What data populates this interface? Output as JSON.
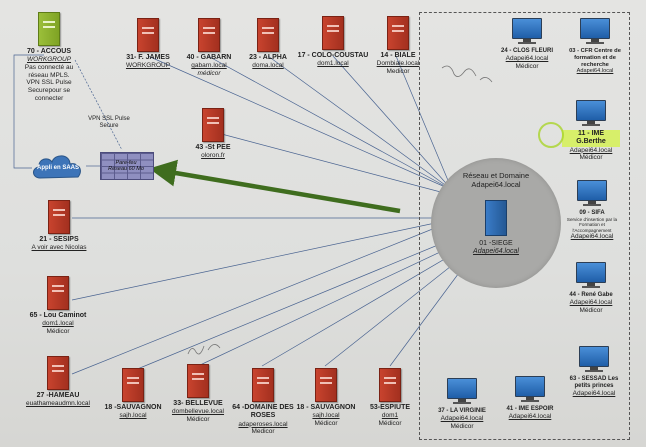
{
  "center": {
    "title_line1": "Réseau et Domaine",
    "title_line2": "Adapei64.local",
    "server_name": "01 -SIEGE",
    "server_domain": "Adapei64.local"
  },
  "firewall": {
    "line1": "Pare-feu",
    "line2": "Réseau 60 Mo"
  },
  "cloud": {
    "label": "Appli en SAAS"
  },
  "vpn_note": {
    "line1": "VPN SSL Pulse",
    "line2": "Secure"
  },
  "top_nodes": [
    {
      "name": "70 - ACCOUS",
      "lines": [
        "WORKGROUP",
        "Pas connecté au",
        "réseau MPLS.",
        "VPN SSL Pulse",
        "Securepour se",
        "connecter"
      ]
    },
    {
      "name": "31- F. JAMES",
      "lines": [
        "WORKGROUP"
      ]
    },
    {
      "name": "40 - GABARN",
      "lines": [
        "gabarn.local",
        "médicor"
      ]
    },
    {
      "name": "23 - ALPHA",
      "lines": [
        "doma.local"
      ]
    },
    {
      "name": "17 - COLO-COUSTAU",
      "lines": [
        "dom1.local"
      ]
    },
    {
      "name": "14 - BIALE",
      "lines": [
        "Dombiale.local",
        "Medicor"
      ]
    },
    {
      "name": "43 -St PEE",
      "lines": [
        "oloron.fr"
      ]
    }
  ],
  "left_nodes": [
    {
      "name": "21 - SESIPS",
      "lines": [
        "A voir avec Nicolas"
      ]
    },
    {
      "name": "65 - Lou Caminot",
      "lines": [
        "dom1.local",
        "Médicor"
      ]
    },
    {
      "name": "27 -HAMEAU",
      "lines": [
        "euathameaudmn.local"
      ]
    }
  ],
  "bottom_nodes": [
    {
      "name": "18 -SAUVAGNON",
      "lines": [
        "sajh.local"
      ]
    },
    {
      "name": "33- BELLEVUE",
      "lines": [
        "dombellevue.local",
        "Médicor"
      ]
    },
    {
      "name": "64 -DOMAINE DES ROSES",
      "lines": [
        "adaperoses.local",
        "Medicor"
      ]
    },
    {
      "name": "18 - SAUVAGNON",
      "lines": [
        "sajh.local",
        "Médicor"
      ]
    },
    {
      "name": "53-ESPIUTE",
      "lines": [
        "dom1",
        "Médicor"
      ]
    }
  ],
  "right_nodes": [
    {
      "name": "24 - CLOS FLEURI",
      "lines": [
        "Adapei64.local",
        "Médicor"
      ]
    },
    {
      "name": "03 - CFR Centre de formation et de recherche",
      "lines": [
        "Adapei64.local"
      ]
    },
    {
      "name": "11 - IME G.Berthe",
      "lines": [
        "Adapei64.local",
        "Médicor"
      ]
    },
    {
      "name": "09 - SIFA",
      "lines": [
        "Service d'insertion par la Formation et l'Accompagnement",
        "Adapei64.local"
      ]
    },
    {
      "name": "44 - René Gabe",
      "lines": [
        "Adapei64.local",
        "Médicor"
      ]
    },
    {
      "name": "63 - SESSAD Les petits princes",
      "lines": [
        "Adapei64.local"
      ]
    },
    {
      "name": "37 - LA VIRGINIE",
      "lines": [
        "Adapei64.local",
        "Médicor"
      ]
    },
    {
      "name": "41 - IME ESPOIR",
      "lines": [
        "Adapei64.local"
      ]
    }
  ],
  "colors": {
    "server_red": "#b83a26",
    "server_green": "#8db32f",
    "center_circle": "#a9a9a7",
    "green_arrow": "#3f6d1e",
    "pc_blue": "#2f74c4"
  }
}
